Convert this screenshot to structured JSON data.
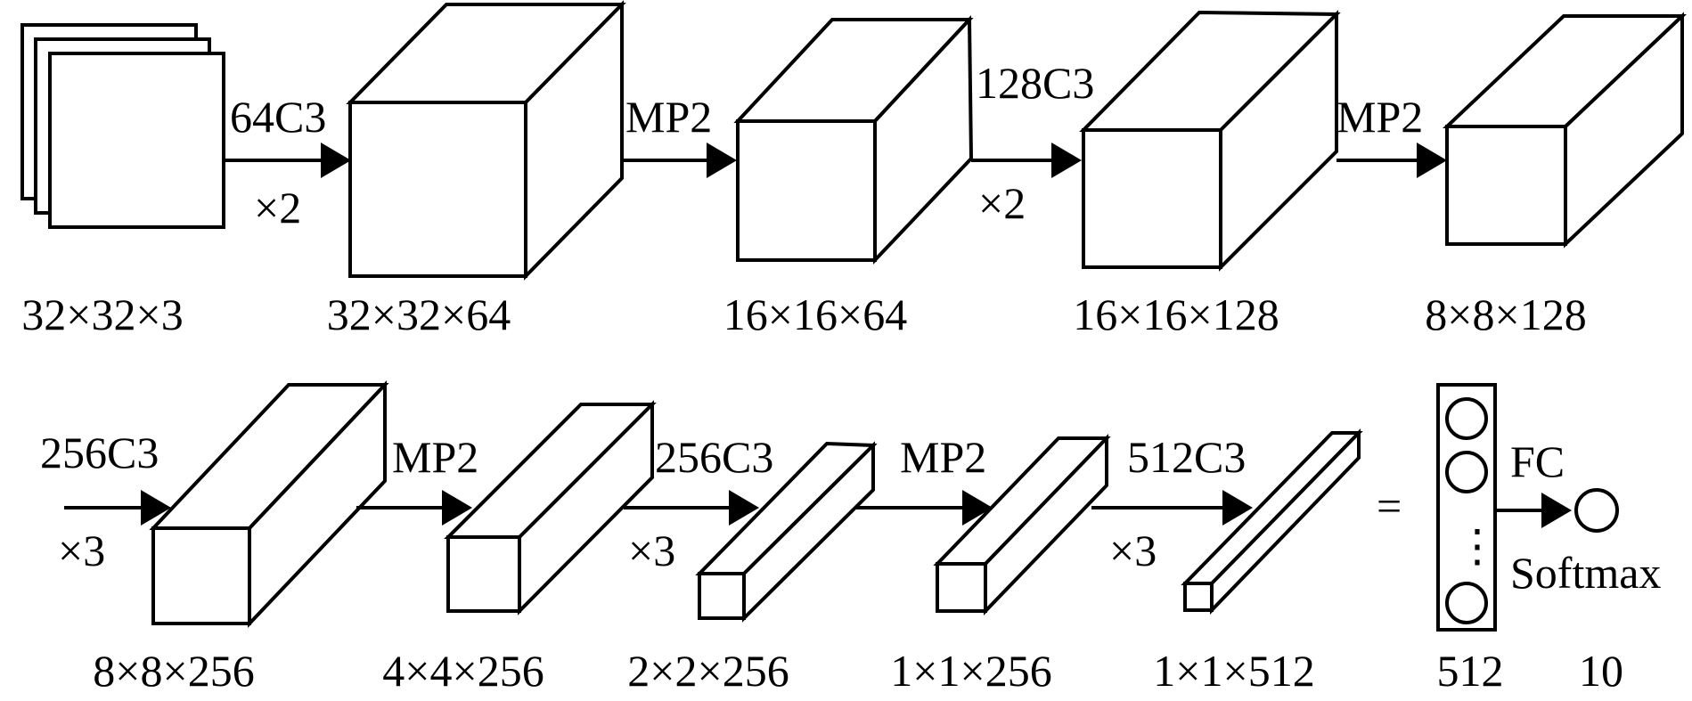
{
  "row1": {
    "input_size": "32×32×3",
    "conv1_label": "64C3",
    "conv1_repeat": "×2",
    "conv1_size": "32×32×64",
    "pool1_label": "MP2",
    "pool1_size": "16×16×64",
    "conv2_label": "128C3",
    "conv2_repeat": "×2",
    "conv2_size": "16×16×128",
    "pool2_label": "MP2",
    "pool2_size": "8×8×128"
  },
  "row2": {
    "conv3_label": "256C3",
    "conv3_repeat": "×3",
    "conv3_size": "8×8×256",
    "pool3_label": "MP2",
    "pool3_size": "4×4×256",
    "conv4_label": "256C3",
    "conv4_repeat": "×3",
    "conv4_size": "2×2×256",
    "pool4_label": "MP2",
    "pool4_size": "1×1×256",
    "conv5_label": "512C3",
    "conv5_repeat": "×3",
    "conv5_size": "1×1×512",
    "equals": "=",
    "vector_dots": "⋮",
    "vector_size": "512",
    "fc_label": "FC",
    "softmax_label": "Softmax",
    "output_size": "10"
  }
}
